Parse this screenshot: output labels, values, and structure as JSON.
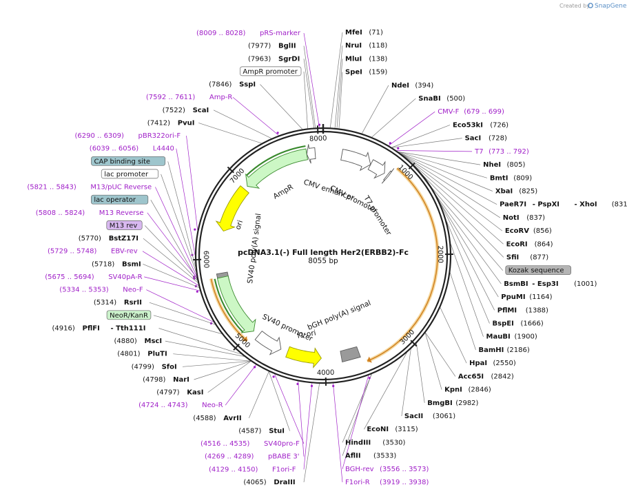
{
  "credit": {
    "prefix": "Created by",
    "brand": "SnapGene"
  },
  "plasmid": {
    "name": "pcDNA3.1(-) Full length Her2(ERBB2)-Fc",
    "size": "8055 bp",
    "length": 8055
  },
  "ticks": [
    {
      "pos": 1000,
      "label": "1000"
    },
    {
      "pos": 2000,
      "label": "2000"
    },
    {
      "pos": 3000,
      "label": "3000"
    },
    {
      "pos": 4000,
      "label": "4000"
    },
    {
      "pos": 5000,
      "label": "5000"
    },
    {
      "pos": 6000,
      "label": "6000"
    },
    {
      "pos": 7000,
      "label": "7000"
    },
    {
      "pos": 8000,
      "label": "8000"
    }
  ],
  "right_labels": [
    {
      "parts": [
        {
          "t": "MfeI",
          "k": "b"
        },
        {
          "t": "(71)",
          "k": "n"
        }
      ],
      "pos": 71
    },
    {
      "parts": [
        {
          "t": "NruI",
          "k": "b"
        },
        {
          "t": "(118)",
          "k": "n"
        }
      ],
      "pos": 118
    },
    {
      "parts": [
        {
          "t": "MluI",
          "k": "b"
        },
        {
          "t": "(138)",
          "k": "n"
        }
      ],
      "pos": 138
    },
    {
      "parts": [
        {
          "t": "SpeI",
          "k": "b"
        },
        {
          "t": "(159)",
          "k": "n"
        }
      ],
      "pos": 159
    },
    {
      "parts": [
        {
          "t": "NdeI",
          "k": "b"
        },
        {
          "t": "(394)",
          "k": "n"
        }
      ],
      "pos": 394
    },
    {
      "parts": [
        {
          "t": "SnaBI",
          "k": "b"
        },
        {
          "t": "(500)",
          "k": "n"
        }
      ],
      "pos": 500
    },
    {
      "parts": [
        {
          "t": "CMV-F",
          "k": "p"
        },
        {
          "t": "(679 .. 699)",
          "k": "p"
        }
      ],
      "pos": 689
    },
    {
      "parts": [
        {
          "t": "Eco53kI",
          "k": "b"
        },
        {
          "t": "(726)",
          "k": "n"
        }
      ],
      "pos": 726
    },
    {
      "parts": [
        {
          "t": "SacI",
          "k": "b"
        },
        {
          "t": "(728)",
          "k": "n"
        }
      ],
      "pos": 728
    },
    {
      "parts": [
        {
          "t": "T7",
          "k": "p"
        },
        {
          "t": "(773 .. 792)",
          "k": "p"
        }
      ],
      "pos": 782
    },
    {
      "parts": [
        {
          "t": "NheI",
          "k": "b"
        },
        {
          "t": "(805)",
          "k": "n"
        }
      ],
      "pos": 805
    },
    {
      "parts": [
        {
          "t": "BmtI",
          "k": "b"
        },
        {
          "t": "(809)",
          "k": "n"
        }
      ],
      "pos": 809
    },
    {
      "parts": [
        {
          "t": "XbaI",
          "k": "b"
        },
        {
          "t": "(825)",
          "k": "n"
        }
      ],
      "pos": 825
    },
    {
      "parts": [
        {
          "t": "PaeR7I",
          "k": "b"
        },
        {
          "t": " - PspXI",
          "k": "b"
        },
        {
          "t": " - XhoI",
          "k": "b"
        },
        {
          "t": "(831)",
          "k": "n"
        }
      ],
      "pos": 831
    },
    {
      "parts": [
        {
          "t": "NotI",
          "k": "b"
        },
        {
          "t": "(837)",
          "k": "n"
        }
      ],
      "pos": 837
    },
    {
      "parts": [
        {
          "t": "EcoRV",
          "k": "b"
        },
        {
          "t": "(856)",
          "k": "n"
        }
      ],
      "pos": 856
    },
    {
      "parts": [
        {
          "t": "EcoRI",
          "k": "b"
        },
        {
          "t": "(864)",
          "k": "n"
        }
      ],
      "pos": 864
    },
    {
      "parts": [
        {
          "t": "SfiI",
          "k": "b"
        },
        {
          "t": "(877)",
          "k": "n"
        }
      ],
      "pos": 877
    },
    {
      "parts": [
        {
          "t": "Kozak sequence",
          "k": "box-gray"
        }
      ],
      "pos": 900
    },
    {
      "parts": [
        {
          "t": "BsmBI",
          "k": "b"
        },
        {
          "t": " - Esp3I",
          "k": "b"
        },
        {
          "t": "(1001)",
          "k": "n"
        }
      ],
      "pos": 1001
    },
    {
      "parts": [
        {
          "t": "PpuMI",
          "k": "b"
        },
        {
          "t": "(1164)",
          "k": "n"
        }
      ],
      "pos": 1164
    },
    {
      "parts": [
        {
          "t": "PflMI",
          "k": "b"
        },
        {
          "t": "(1388)",
          "k": "n"
        }
      ],
      "pos": 1388
    },
    {
      "parts": [
        {
          "t": "BspEI",
          "k": "b"
        },
        {
          "t": "(1666)",
          "k": "n"
        }
      ],
      "pos": 1666
    },
    {
      "parts": [
        {
          "t": "MauBI",
          "k": "b"
        },
        {
          "t": "(1900)",
          "k": "n"
        }
      ],
      "pos": 1900
    },
    {
      "parts": [
        {
          "t": "BamHI",
          "k": "b"
        },
        {
          "t": "(2186)",
          "k": "n"
        }
      ],
      "pos": 2186
    },
    {
      "parts": [
        {
          "t": "HpaI",
          "k": "b"
        },
        {
          "t": "(2550)",
          "k": "n"
        }
      ],
      "pos": 2550
    },
    {
      "parts": [
        {
          "t": "Acc65I",
          "k": "b"
        },
        {
          "t": "(2842)",
          "k": "n"
        }
      ],
      "pos": 2842
    },
    {
      "parts": [
        {
          "t": "KpnI",
          "k": "b"
        },
        {
          "t": "(2846)",
          "k": "n"
        }
      ],
      "pos": 2846
    },
    {
      "parts": [
        {
          "t": "BmgBI",
          "k": "b"
        },
        {
          "t": "(2982)",
          "k": "n"
        }
      ],
      "pos": 2982
    },
    {
      "parts": [
        {
          "t": "SacII",
          "k": "b"
        },
        {
          "t": "(3061)",
          "k": "n"
        }
      ],
      "pos": 3061
    },
    {
      "parts": [
        {
          "t": "EcoNI",
          "k": "b"
        },
        {
          "t": "(3115)",
          "k": "n"
        }
      ],
      "pos": 3115
    },
    {
      "parts": [
        {
          "t": "HindIII",
          "k": "b"
        },
        {
          "t": "(3530)",
          "k": "n"
        }
      ],
      "pos": 3530
    },
    {
      "parts": [
        {
          "t": "AflII",
          "k": "b"
        },
        {
          "t": "(3533)",
          "k": "n"
        }
      ],
      "pos": 3533
    },
    {
      "parts": [
        {
          "t": "BGH-rev",
          "k": "p"
        },
        {
          "t": "(3556 .. 3573)",
          "k": "p"
        }
      ],
      "pos": 3564
    },
    {
      "parts": [
        {
          "t": "F1ori-R",
          "k": "p"
        },
        {
          "t": "(3919 .. 3938)",
          "k": "p"
        }
      ],
      "pos": 3928
    }
  ],
  "left_labels": [
    {
      "parts": [
        {
          "t": "(8009 .. 8028)",
          "k": "p"
        },
        {
          "t": "pRS-marker",
          "k": "p"
        }
      ],
      "pos": 8018
    },
    {
      "parts": [
        {
          "t": "(7977)",
          "k": "n"
        },
        {
          "t": "BglII",
          "k": "b"
        }
      ],
      "pos": 7977
    },
    {
      "parts": [
        {
          "t": "(7963)",
          "k": "n"
        },
        {
          "t": "SgrDI",
          "k": "b"
        }
      ],
      "pos": 7963
    },
    {
      "parts": [
        {
          "t": "AmpR promoter",
          "k": "box-white"
        }
      ],
      "pos": 7900
    },
    {
      "parts": [
        {
          "t": "(7846)",
          "k": "n"
        },
        {
          "t": "SspI",
          "k": "b"
        }
      ],
      "pos": 7846
    },
    {
      "parts": [
        {
          "t": "(7592 .. 7611)",
          "k": "p"
        },
        {
          "t": "Amp-R",
          "k": "p"
        }
      ],
      "pos": 7601
    },
    {
      "parts": [
        {
          "t": "(7522)",
          "k": "n"
        },
        {
          "t": "ScaI",
          "k": "b"
        }
      ],
      "pos": 7522
    },
    {
      "parts": [
        {
          "t": "(7412)",
          "k": "n"
        },
        {
          "t": "PvuI",
          "k": "b"
        }
      ],
      "pos": 7412
    },
    {
      "parts": [
        {
          "t": "(6290 .. 6309)",
          "k": "p"
        },
        {
          "t": "pBR322ori-F",
          "k": "p"
        }
      ],
      "pos": 6299
    },
    {
      "parts": [
        {
          "t": "(6039 .. 6056)",
          "k": "p"
        },
        {
          "t": "L4440",
          "k": "p"
        }
      ],
      "pos": 6047
    },
    {
      "parts": [
        {
          "t": "CAP binding site",
          "k": "box-teal"
        }
      ],
      "pos": 5930
    },
    {
      "parts": [
        {
          "t": "lac promoter",
          "k": "box-white"
        }
      ],
      "pos": 5880
    },
    {
      "parts": [
        {
          "t": "(5821 .. 5843)",
          "k": "p"
        },
        {
          "t": "M13/pUC Reverse",
          "k": "p"
        }
      ],
      "pos": 5832
    },
    {
      "parts": [
        {
          "t": "lac operator",
          "k": "box-teal"
        }
      ],
      "pos": 5800
    },
    {
      "parts": [
        {
          "t": "(5808 .. 5824)",
          "k": "p"
        },
        {
          "t": "M13 Reverse",
          "k": "p"
        }
      ],
      "pos": 5816
    },
    {
      "parts": [
        {
          "t": "M13 rev",
          "k": "box-purple"
        }
      ],
      "pos": 5790
    },
    {
      "parts": [
        {
          "t": "(5770)",
          "k": "n"
        },
        {
          "t": "BstZ17I",
          "k": "b"
        }
      ],
      "pos": 5770
    },
    {
      "parts": [
        {
          "t": "(5729 .. 5748)",
          "k": "p"
        },
        {
          "t": "EBV-rev",
          "k": "p"
        }
      ],
      "pos": 5738
    },
    {
      "parts": [
        {
          "t": "(5718)",
          "k": "n"
        },
        {
          "t": "BsmI",
          "k": "b"
        }
      ],
      "pos": 5718
    },
    {
      "parts": [
        {
          "t": "(5675 .. 5694)",
          "k": "p"
        },
        {
          "t": "SV40pA-R",
          "k": "p"
        }
      ],
      "pos": 5684
    },
    {
      "parts": [
        {
          "t": "(5334 .. 5353)",
          "k": "p"
        },
        {
          "t": "Neo-F",
          "k": "p"
        }
      ],
      "pos": 5343
    },
    {
      "parts": [
        {
          "t": "(5314)",
          "k": "n"
        },
        {
          "t": "RsrII",
          "k": "b"
        }
      ],
      "pos": 5314
    },
    {
      "parts": [
        {
          "t": "NeoR/KanR",
          "k": "box-green"
        }
      ],
      "pos": 5200
    },
    {
      "parts": [
        {
          "t": "(4916)",
          "k": "n"
        },
        {
          "t": "PflFI",
          "k": "b"
        },
        {
          "t": " - Tth111I",
          "k": "b"
        }
      ],
      "pos": 4916
    },
    {
      "parts": [
        {
          "t": "(4880)",
          "k": "n"
        },
        {
          "t": "MscI",
          "k": "b"
        }
      ],
      "pos": 4880
    },
    {
      "parts": [
        {
          "t": "(4801)",
          "k": "n"
        },
        {
          "t": "PluTI",
          "k": "b"
        }
      ],
      "pos": 4801
    },
    {
      "parts": [
        {
          "t": "(4799)",
          "k": "n"
        },
        {
          "t": "SfoI",
          "k": "b"
        }
      ],
      "pos": 4799
    },
    {
      "parts": [
        {
          "t": "(4798)",
          "k": "n"
        },
        {
          "t": "NarI",
          "k": "b"
        }
      ],
      "pos": 4798
    },
    {
      "parts": [
        {
          "t": "(4797)",
          "k": "n"
        },
        {
          "t": "KasI",
          "k": "b"
        }
      ],
      "pos": 4797
    },
    {
      "parts": [
        {
          "t": "(4724 .. 4743)",
          "k": "p"
        },
        {
          "t": "Neo-R",
          "k": "p"
        }
      ],
      "pos": 4733
    },
    {
      "parts": [
        {
          "t": "(4588)",
          "k": "n"
        },
        {
          "t": "AvrII",
          "k": "b"
        }
      ],
      "pos": 4588
    },
    {
      "parts": [
        {
          "t": "(4587)",
          "k": "n"
        },
        {
          "t": "StuI",
          "k": "b"
        }
      ],
      "pos": 4587
    },
    {
      "parts": [
        {
          "t": "(4516 .. 4535)",
          "k": "p"
        },
        {
          "t": "SV40pro-F",
          "k": "p"
        }
      ],
      "pos": 4525
    },
    {
      "parts": [
        {
          "t": "(4269 .. 4289)",
          "k": "p"
        },
        {
          "t": "pBABE 3'",
          "k": "p"
        }
      ],
      "pos": 4279
    },
    {
      "parts": [
        {
          "t": "(4129 .. 4150)",
          "k": "p"
        },
        {
          "t": "F1ori-F",
          "k": "p"
        }
      ],
      "pos": 4139
    },
    {
      "parts": [
        {
          "t": "(4065)",
          "k": "n"
        },
        {
          "t": "DraIII",
          "k": "b"
        }
      ],
      "pos": 4065
    }
  ],
  "features": [
    {
      "name": "CMV enhancer",
      "start": 235,
      "end": 615,
      "type": "arrow-white",
      "dir": 1
    },
    {
      "name": "CMV promoter",
      "start": 616,
      "end": 820,
      "type": "arrow-white",
      "dir": 1
    },
    {
      "name": "T7 promoter",
      "start": 863,
      "end": 882,
      "type": "arrow-white",
      "dir": 1
    },
    {
      "name": "AmpR",
      "start": 6990,
      "end": 7850,
      "type": "arrow-green",
      "dir": -1
    },
    {
      "name": "AmpR promoter",
      "start": 7850,
      "end": 7955,
      "type": "arrow-white",
      "dir": -1
    },
    {
      "name": "ori",
      "start": 6350,
      "end": 6940,
      "type": "arrow-yellow",
      "dir": -1
    },
    {
      "name": "SV40 poly(A) signal",
      "start": 5700,
      "end": 5822,
      "type": "box-gray"
    },
    {
      "name": "NeoR/KanR",
      "start": 4980,
      "end": 5770,
      "type": "arrow-green",
      "dir": -1
    },
    {
      "name": "SV40 promoter",
      "start": 4570,
      "end": 4900,
      "type": "arrow-white",
      "dir": -1
    },
    {
      "name": "f1 ori",
      "start": 4050,
      "end": 4480,
      "type": "arrow-yellow",
      "dir": -1
    },
    {
      "name": "bGH poly(A) signal",
      "start": 3575,
      "end": 3800,
      "type": "box-gray"
    },
    {
      "name": "Her2-Fc",
      "start": 900,
      "end": 3520,
      "type": "orf",
      "dir": 1
    },
    {
      "name": "NeoR ORF",
      "start": 4960,
      "end": 5780,
      "type": "orf",
      "dir": -1
    }
  ],
  "feature_labels": {
    "cmv_enh": "CMV enhancer",
    "cmv_pro": "CMV promoter",
    "t7": "T7 promoter",
    "ampr": "AmpR",
    "ori": "ori",
    "sv40pa": "SV40 poly(A) signal",
    "sv40pro": "SV40 promoter",
    "f1ori": "f1 ori",
    "bgh": "bGH poly(A) signal"
  },
  "colors": {
    "backbone": "#222222",
    "primer": "#a020c8",
    "green_fill": "#ccf7c5",
    "green_stroke": "#3a8a2e",
    "yellow": "#ffff00",
    "orange": "#d08020",
    "gray_box": "#9a9a9a",
    "teal_box": "#9ec5cc",
    "purple_box": "#d8b8f0",
    "green_box": "#ccf2cc",
    "kozak_box": "#b4b4b4"
  }
}
